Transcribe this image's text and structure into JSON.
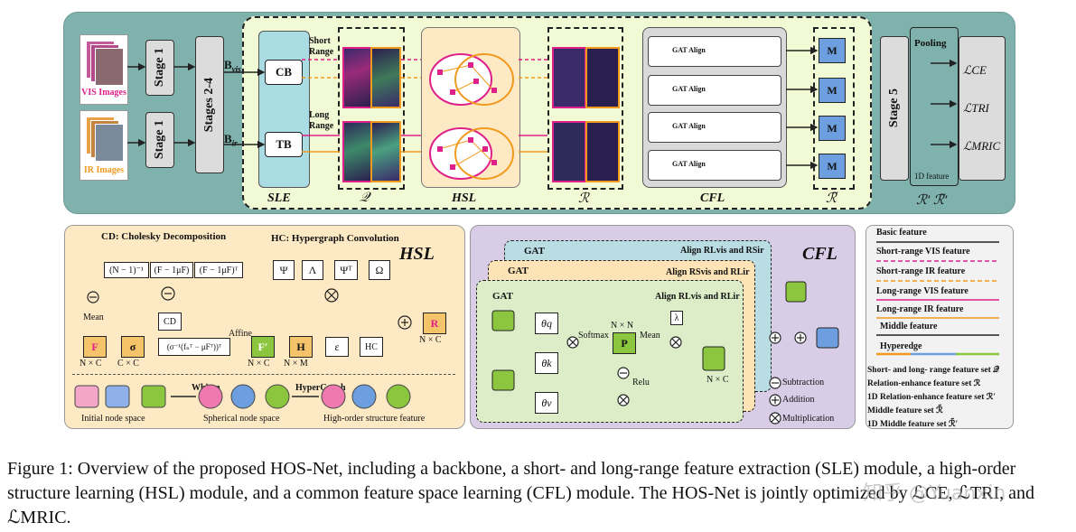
{
  "top": {
    "vis_images": "VIS Images",
    "ir_images": "IR Images",
    "stage1_top": "Stage 1",
    "stage1_bottom": "Stage 1",
    "stages24": "Stages 2-4",
    "b_vis": "B",
    "b_vis_sub": "vis",
    "b_ir": "B",
    "b_ir_sub": "ir",
    "cb": "CB",
    "tb": "TB",
    "short_range": "Short Range",
    "long_range": "Long Range",
    "sle": "SLE",
    "q": "𝒬",
    "hsl": "HSL",
    "r": "ℛ",
    "cfl": "CFL",
    "r_tilde": "ℛ̃",
    "stage5": "Stage 5",
    "pooling": "Pooling",
    "feature_1d": "1D feature",
    "r_prime": "ℛ′ ℛ̃′",
    "loss_ce": "ℒCE",
    "loss_tri": "ℒTRI",
    "loss_mric": "ℒMRIC",
    "gat_align": "GAT Align",
    "m_labels": [
      "M",
      "M",
      "M",
      "M"
    ]
  },
  "hsl_panel": {
    "cd_title": "CD: Cholesky Decomposition",
    "hc_title": "HC: Hypergraph Convolution",
    "title": "HSL",
    "cd_box": "CD",
    "hc_box": "HC",
    "affine": "Affine",
    "mean": "Mean",
    "n_inv": "(N − 1)⁻¹",
    "f_minus": "(F − 1μF)",
    "f_minus_t": "(F − 1μF)ᵀ",
    "sigma_expr": "(σ⁻¹(fₙᵀ − μFᵀ))ᵀ",
    "psi": "Ψ",
    "lambda": "Λ",
    "psi_t": "Ψᵀ",
    "omega": "Ω",
    "epsilon": "ε",
    "f_label": "F",
    "f_prime": "F′",
    "sigma": "σ",
    "h": "H",
    "r_out": "R",
    "nxc": "N × C",
    "cxc": "C × C",
    "nxc2": "N × C",
    "nxm": "N × M",
    "nxc3": "N × C",
    "whiten": "Whiten",
    "hypergraph": "HyperGraph",
    "initial_space": "Initial node space",
    "spherical_space": "Spherical node space",
    "high_order": "High-order structure feature"
  },
  "cfl_panel": {
    "title": "CFL",
    "gat": "GAT",
    "align1": "Align RLvis and RSir",
    "align2": "Align RSvis and RLir",
    "align3": "Align RLvis and RLir",
    "theta_q": "θq",
    "theta_k": "θk",
    "theta_v": "θv",
    "softmax": "Softmax",
    "mean": "Mean",
    "relu": "Relu",
    "p": "P",
    "nxn": "N × N",
    "lambda": "λ",
    "nxc": "N × C",
    "subtraction": "Subtraction",
    "addition": "Addition",
    "multiplication": "Multiplication"
  },
  "legend": {
    "basic": "Basic feature",
    "short_vis": "Short-range VIS feature",
    "short_ir": "Short-range IR feature",
    "long_vis": "Long-range VIS feature",
    "long_ir": "Long-range IR feature",
    "middle": "Middle  feature",
    "hyperedge": "Hyperedge",
    "set_q": "Short- and long- range feature set 𝒬",
    "set_r": "Relation-enhance feature set ℛ",
    "set_r1d": "1D Relation-enhance feature set ℛ′",
    "set_mid": "Middle feature set ℛ̃",
    "set_mid1d": "1D Middle feature set ℛ̃′"
  },
  "caption": "Figure 1: Overview of the proposed HOS-Net, including a backbone, a short- and long-range feature extraction (SLE) module, a high-order structure learning (HSL) module, and a common feature space learning (CFL) module. The HOS-Net is jointly optimized by ℒCE, ℒTRI, and ℒMRIC.",
  "watermark": "知乎 @Yuanxin",
  "colors": {
    "teal": "#7fb1ad",
    "sle_bg": "#a9dde3",
    "hsl_bg": "#fde9c4",
    "cfl_bg": "#d9cce6",
    "pink": "#e0208a",
    "orange": "#f29a1e",
    "green_box": "#8cc63f",
    "blue_box": "#6d9fe0",
    "dashed_region": "#f2f9d5"
  }
}
